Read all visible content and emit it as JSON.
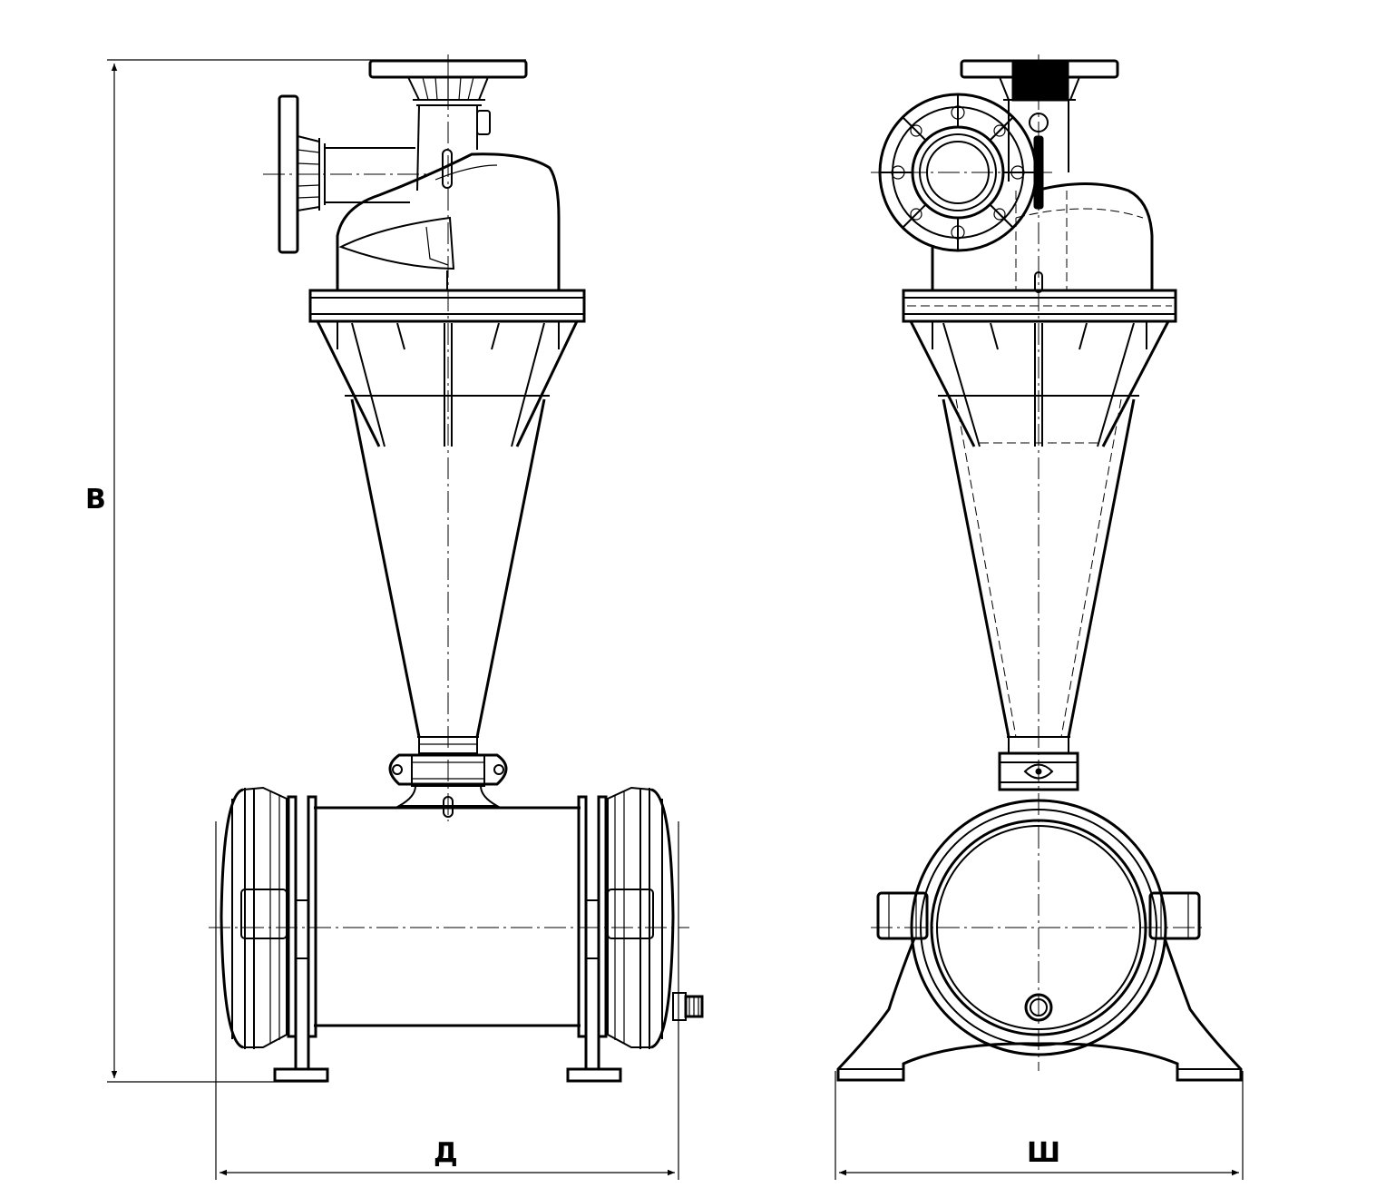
{
  "drawing": {
    "labels": {
      "height": "В",
      "length": "Д",
      "width": "Ш"
    },
    "line_color": "#000000",
    "background": "#ffffff"
  }
}
